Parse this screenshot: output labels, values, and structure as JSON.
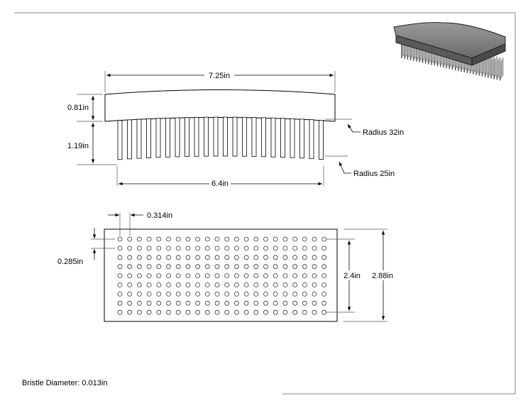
{
  "dimensions": {
    "overall_length": "7.25in",
    "head_height": "0.81in",
    "bristle_length": "1.19in",
    "bristle_span": "6.4in",
    "top_radius": "Radius 32in",
    "bottom_radius": "Radius 25in",
    "column_pitch": "0.314in",
    "row_pitch": "0.285in",
    "pattern_width": "2.4in",
    "block_width": "2.88in"
  },
  "grid": {
    "columns": 22,
    "rows": 9
  },
  "note": "Bristle Diameter: 0.013in",
  "colors": {
    "line": "#000000",
    "thin": "#555555",
    "block_top": "#8a8a8a",
    "block_side": "#5a5a5a"
  }
}
